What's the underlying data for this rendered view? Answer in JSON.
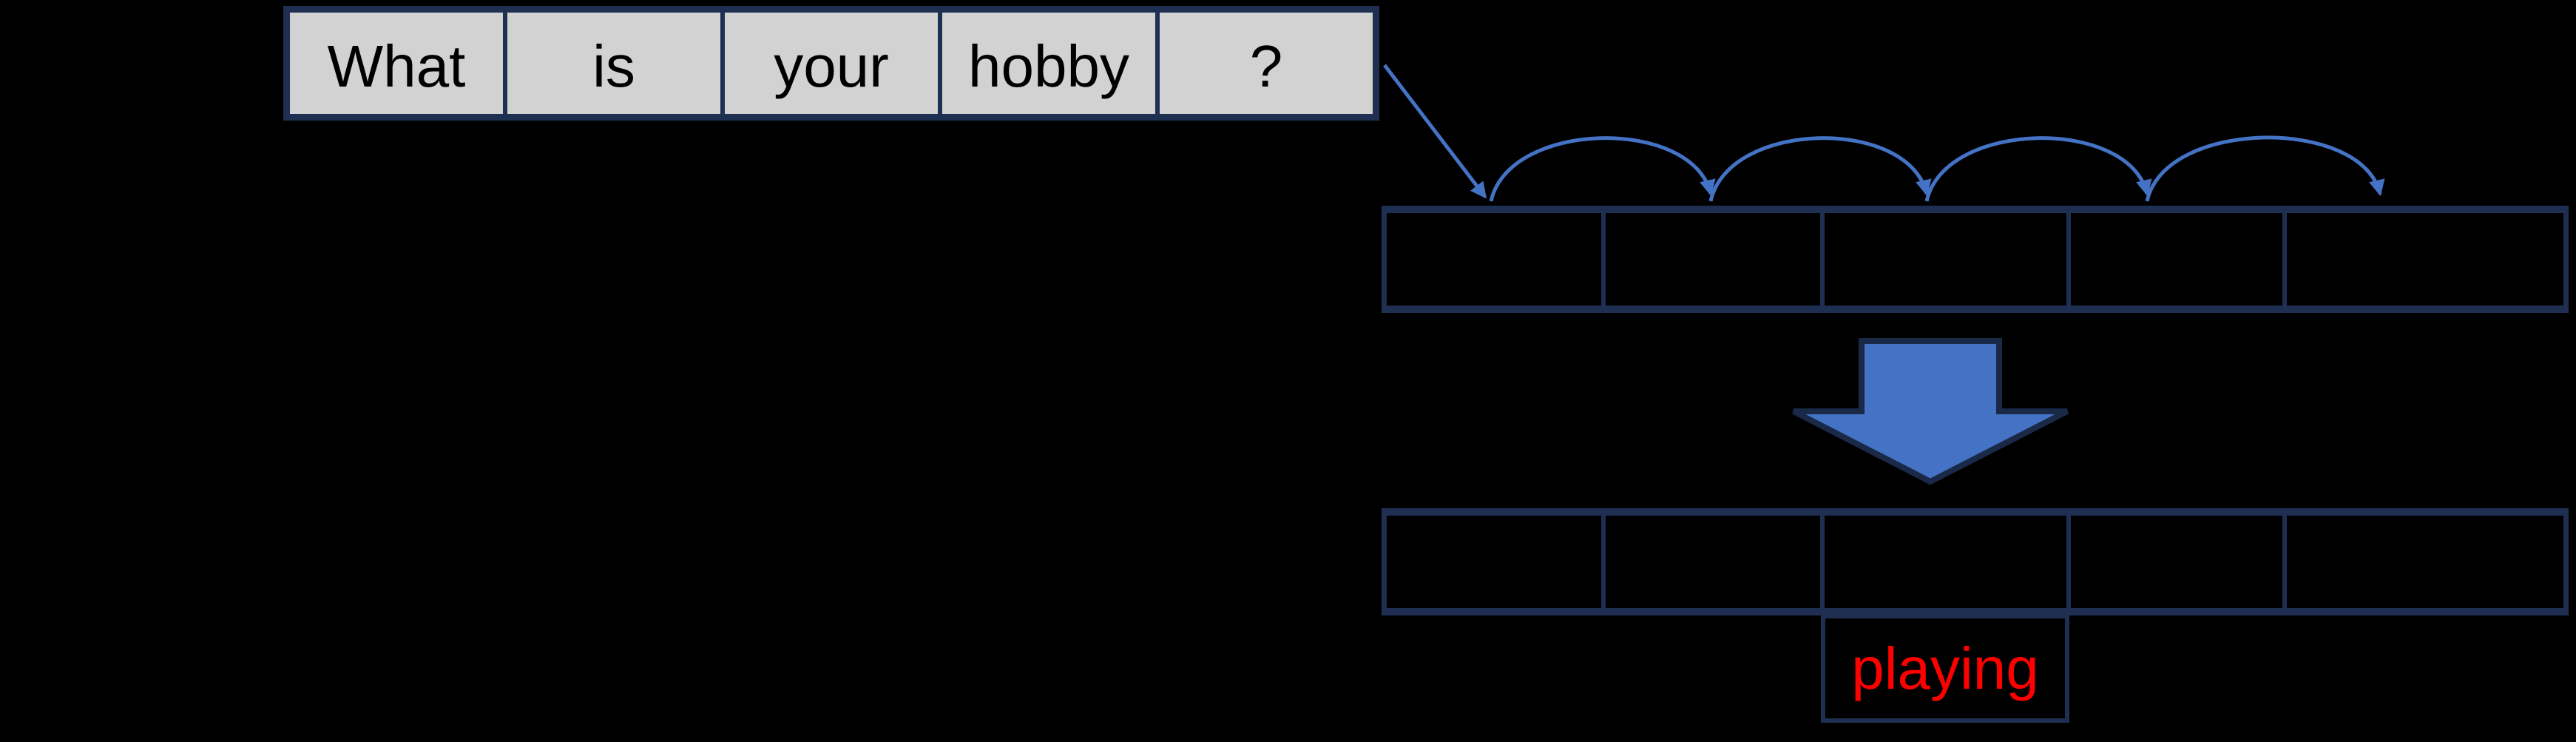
{
  "diagram": {
    "sentence": {
      "words": [
        "What",
        "is",
        "your",
        "hobby",
        "?"
      ]
    },
    "top_row": {
      "cell_count": 5,
      "cells_empty": true
    },
    "bottom_row": {
      "cell_count": 5,
      "cells_empty": true
    },
    "prediction": {
      "word": "playing"
    }
  },
  "colors": {
    "background": "#000000",
    "border_navy": "#1E2F52",
    "sentence_fill": "#D2D2D2",
    "sentence_text": "#000000",
    "connector_blue": "#4472C4",
    "block_arrow_fill": "#4472C4",
    "block_arrow_outline": "#1A2947",
    "prediction_red": "#FF0000"
  }
}
